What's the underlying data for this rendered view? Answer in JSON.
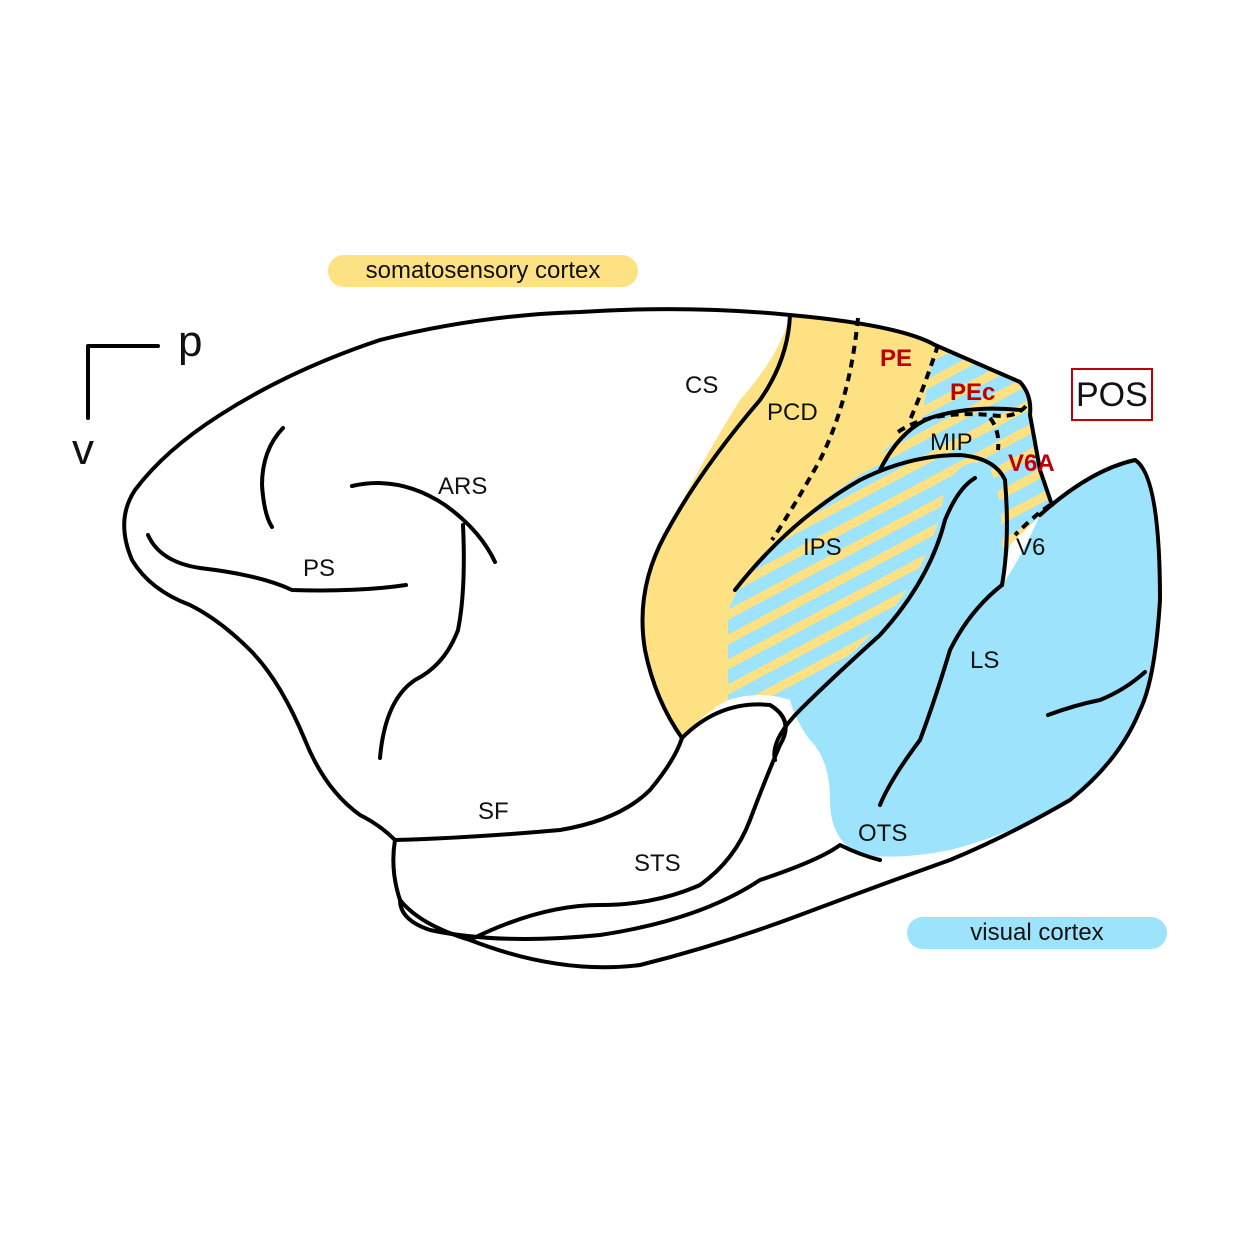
{
  "colors": {
    "somatosensory": "#fde183",
    "visual": "#9ce3fb",
    "highlight_red": "#c00000",
    "outline": "#000000"
  },
  "legend": {
    "somatosensory_label": "somatosensory cortex",
    "visual_label": "visual cortex"
  },
  "orientation": {
    "posterior": "p",
    "ventral": "v"
  },
  "sulci": {
    "cs": "CS",
    "pcd": "PCD",
    "ars": "ARS",
    "ps": "PS",
    "sf": "SF",
    "sts": "STS",
    "ips": "IPS",
    "ls": "LS",
    "ots": "OTS",
    "mip": "MIP",
    "v6": "V6"
  },
  "areas": {
    "pe": "PE",
    "pec": "PEc",
    "v6a": "V6A"
  },
  "pos_box": {
    "label": "POS"
  }
}
